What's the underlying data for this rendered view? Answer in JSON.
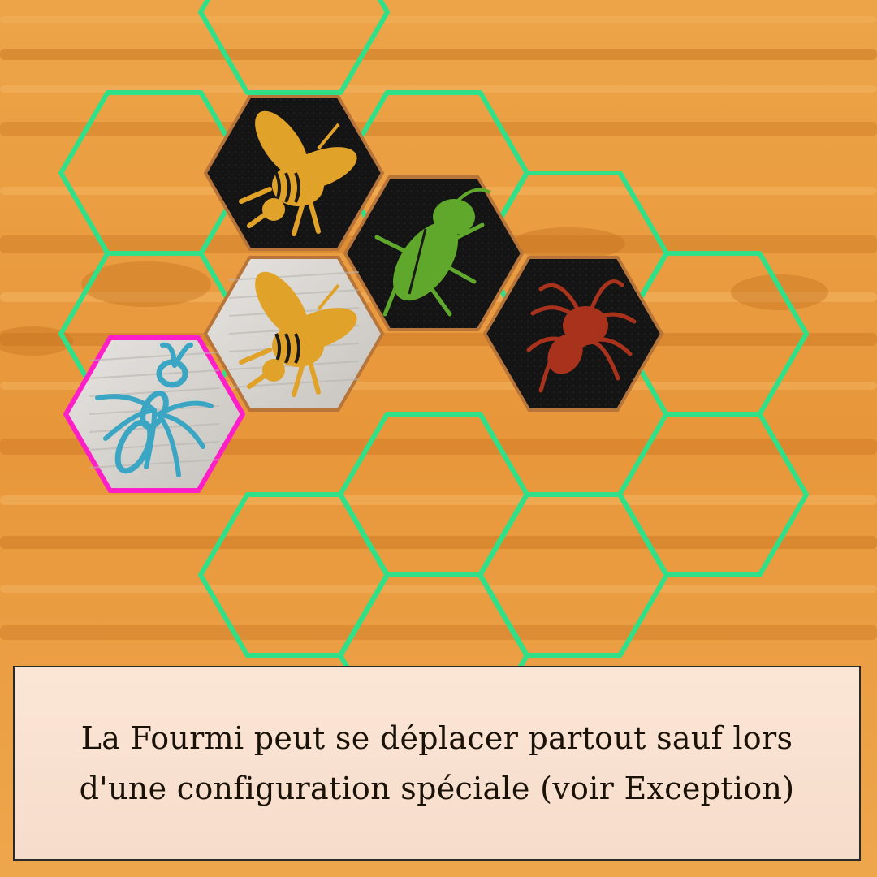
{
  "caption": {
    "text": "La Fourmi peut se déplacer partout sauf lors d'une configuration spéciale (voir Exception)"
  },
  "colors": {
    "wood_base": "#e99a3c",
    "wood_dark": "#c4701e",
    "wood_light": "#f3b765",
    "move_outline": "#2fe089",
    "selected_outline": "#ff1fc8",
    "black_tile": "#161616",
    "white_tile": "#d6d4d0",
    "bee": "#e1a229",
    "beetle": "#5fa82b",
    "spider": "#a8321c",
    "ant": "#3aa6c4"
  },
  "pieces": [
    {
      "insect": "bee",
      "player": "black",
      "icon": "bee-icon"
    },
    {
      "insect": "beetle",
      "player": "black",
      "icon": "beetle-icon"
    },
    {
      "insect": "spider",
      "player": "black",
      "icon": "spider-icon"
    },
    {
      "insect": "bee",
      "player": "white",
      "icon": "bee-icon"
    },
    {
      "insect": "ant",
      "player": "white",
      "icon": "ant-icon",
      "selected": true
    }
  ],
  "possible_moves_count": 13
}
